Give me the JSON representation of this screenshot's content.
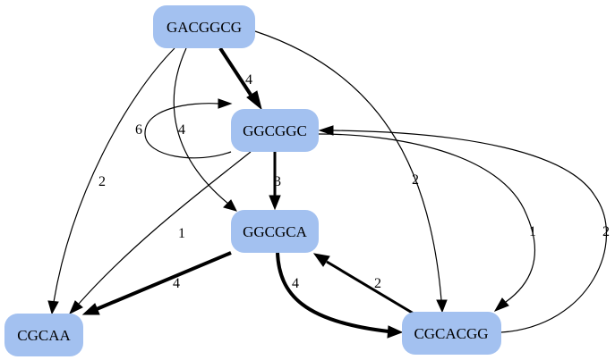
{
  "nodes": [
    {
      "id": "n0",
      "label": "GACGGCG"
    },
    {
      "id": "n1",
      "label": "GGCGGC"
    },
    {
      "id": "n2",
      "label": "GGCGCA"
    },
    {
      "id": "n3",
      "label": "CGCAA"
    },
    {
      "id": "n4",
      "label": "CGCACGG"
    }
  ],
  "edges": [
    {
      "id": "e0",
      "from": "GACGGCG",
      "to": "GGCGGC",
      "label": "4",
      "weight": 4
    },
    {
      "id": "e1",
      "from": "GACGGCG",
      "to": "GGCGCA",
      "label": "4",
      "weight": 1
    },
    {
      "id": "e2",
      "from": "GACGGCG",
      "to": "CGCAA",
      "label": "2",
      "weight": 1
    },
    {
      "id": "e3",
      "from": "GACGGCG",
      "to": "CGCACGG",
      "label": "2",
      "weight": 1
    },
    {
      "id": "e4",
      "from": "GGCGGC",
      "to": "GGCGGC",
      "label": "6",
      "weight": 1
    },
    {
      "id": "e5",
      "from": "GGCGGC",
      "to": "GGCGCA",
      "label": "3",
      "weight": 3
    },
    {
      "id": "e6",
      "from": "GGCGGC",
      "to": "CGCAA",
      "label": "1",
      "weight": 1
    },
    {
      "id": "e7",
      "from": "GGCGGC",
      "to": "CGCACGG",
      "label": "1",
      "weight": 1
    },
    {
      "id": "e8",
      "from": "CGCACGG",
      "to": "GGCGGC",
      "label": "2",
      "weight": 1
    },
    {
      "id": "e9",
      "from": "GGCGCA",
      "to": "CGCAA",
      "label": "4",
      "weight": 4
    },
    {
      "id": "e10",
      "from": "GGCGCA",
      "to": "CGCACGG",
      "label": "4",
      "weight": 4
    },
    {
      "id": "e11",
      "from": "CGCACGG",
      "to": "GGCGCA",
      "label": "2",
      "weight": 3
    }
  ],
  "colors": {
    "node_fill": "#a3c1f0",
    "edge": "#000000",
    "background": "#ffffff"
  }
}
